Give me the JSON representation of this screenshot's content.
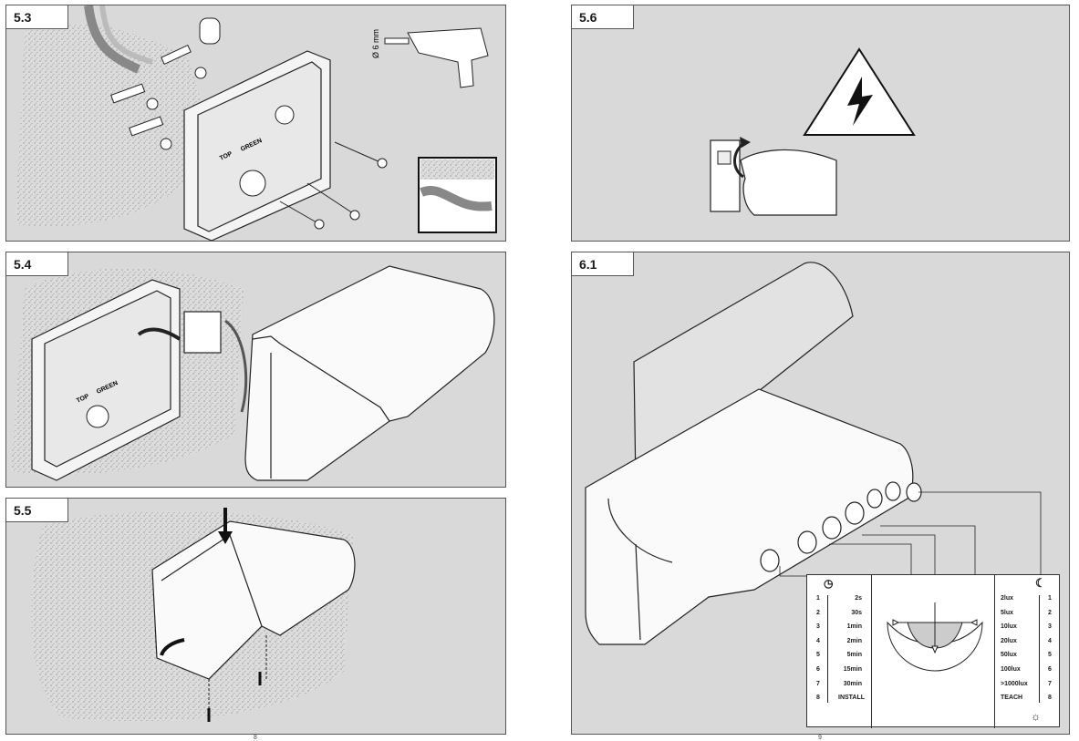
{
  "panels": {
    "p53": {
      "label": "5.3",
      "drill_label": "Ø 6 mm",
      "box_label_1": "TOP",
      "box_label_2": "GREEN"
    },
    "p54": {
      "label": "5.4",
      "box_label_1": "TOP",
      "box_label_2": "GREEN"
    },
    "p55": {
      "label": "5.5"
    },
    "p56": {
      "label": "5.6"
    },
    "p61": {
      "label": "6.1"
    }
  },
  "legend": {
    "rows": [
      "1",
      "2",
      "3",
      "4",
      "5",
      "6",
      "7",
      "8"
    ],
    "time_values": [
      "2s",
      "30s",
      "1min",
      "2min",
      "5min",
      "15min",
      "30min",
      "INSTALL"
    ],
    "lux_values": [
      "2lux",
      "5lux",
      "10lux",
      "20lux",
      "50lux",
      "100lux",
      ">1000lux",
      "TEACH"
    ],
    "time_prefix": "…",
    "clock_icon": "clock-icon",
    "moon_icon": "moon-icon",
    "sun_icon": "sun-icon"
  },
  "footer": {
    "page_left": "8",
    "page_right": "9"
  }
}
